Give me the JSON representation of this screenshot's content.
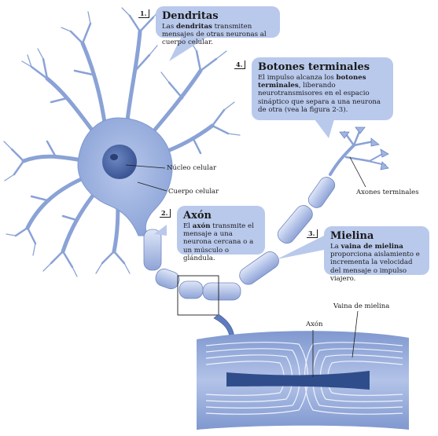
{
  "callouts": {
    "dendritas": {
      "number": "1.",
      "title": "Dendritas",
      "text_pre": "Las ",
      "text_bold": "dendritas",
      "text_post": " transmiten mensajes de otras neuronas al cuerpo celular."
    },
    "botones": {
      "number": "4.",
      "title": "Botones terminales",
      "text_pre": "El impulso alcanza los ",
      "text_bold": "botones terminales",
      "text_post": ", liberando neurotransmisores en el espacio sináptico que separa a una neurona de otra (vea la figura 2-3)."
    },
    "axon": {
      "number": "2.",
      "title": "Axón",
      "text_pre": "El ",
      "text_bold": "axón",
      "text_post": " transmite el mensaje a una neurona cercana o a un músculo o glándula."
    },
    "mielina": {
      "number": "3.",
      "title": "Mielina",
      "text_pre": "La ",
      "text_bold": "vaina de mielina",
      "text_post": " proporciona aislamiento e incrementa la velocidad del mensaje o impulso viajero."
    }
  },
  "labels": {
    "nucleo": "Núcleo celular",
    "cuerpo": "Cuerpo celular",
    "axones_terminales": "Axones terminales",
    "vaina_detail": "Vaina de mielina",
    "axon_detail": "Axón"
  },
  "colors": {
    "callout_bg": "#b9c9ec",
    "neuron_fill": "#9fb4e0",
    "neuron_stroke": "#3f5886",
    "myelin_fill": "#c7d3ee",
    "axon_core": "#2f4d8a"
  }
}
